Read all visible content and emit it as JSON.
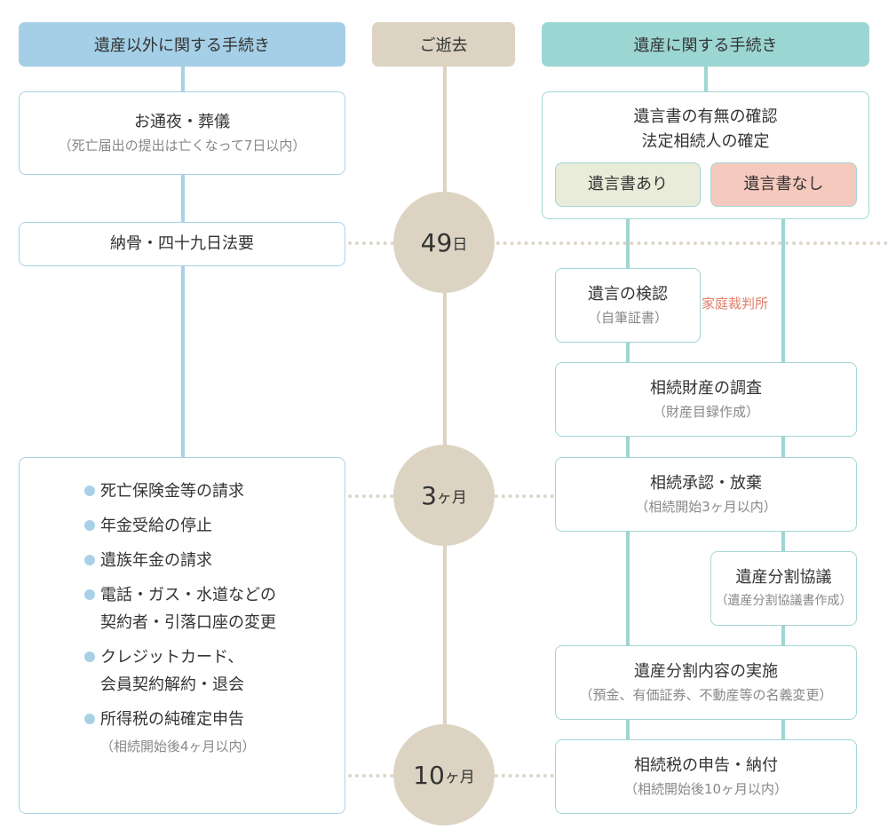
{
  "headers": {
    "left": "遺産以外に関する手続き",
    "center": "ご逝去",
    "right": "遺産に関する手続き"
  },
  "milestones": [
    {
      "number": "49",
      "unit": "日"
    },
    {
      "number": "3",
      "unit": "ヶ月"
    },
    {
      "number": "10",
      "unit": "ヶ月"
    }
  ],
  "left": {
    "funeral": {
      "title": "お通夜・葬儀",
      "sub": "（死亡届出の提出は亡くなって7日以内）"
    },
    "memorial": {
      "title": "納骨・四十九日法要"
    },
    "list": [
      {
        "lines": [
          "死亡保険金等の請求"
        ]
      },
      {
        "lines": [
          "年金受給の停止"
        ]
      },
      {
        "lines": [
          "遺族年金の請求"
        ]
      },
      {
        "lines": [
          "電話・ガス・水道などの",
          "契約者・引落口座の変更"
        ]
      },
      {
        "lines": [
          "クレジットカード、",
          "会員契約解約・退会"
        ]
      },
      {
        "lines": [
          "所得税の純確定申告"
        ],
        "note": "（相続開始後4ヶ月以内）"
      }
    ]
  },
  "right": {
    "confirm": {
      "line1": "遺言書の有無の確認",
      "line2": "法定相続人の確定"
    },
    "will_yes": "遺言書あり",
    "will_no": "遺言書なし",
    "probate": {
      "title": "遺言の検認",
      "sub": "（自筆証書）"
    },
    "court": "家庭裁判所",
    "survey": {
      "title": "相続財産の調査",
      "sub": "（財産目録作成）"
    },
    "accept": {
      "title": "相続承認・放棄",
      "sub": "（相続開始3ヶ月以内）"
    },
    "division": {
      "title": "遺産分割協議",
      "sub": "（遺産分割協議書作成）"
    },
    "implement": {
      "title": "遺産分割内容の実施",
      "sub": "（預金、有価証券、不動産等の名義変更）"
    },
    "tax": {
      "title": "相続税の申告・納付",
      "sub": "（相続開始後10ヶ月以内）"
    }
  },
  "colors": {
    "left_header": "#a4cfe6",
    "center_header": "#dcd3c2",
    "right_header": "#9cd6d3",
    "will_yes_bg": "#e9ecd9",
    "will_no_bg": "#f5c9bd",
    "court_text": "#e07b68"
  }
}
